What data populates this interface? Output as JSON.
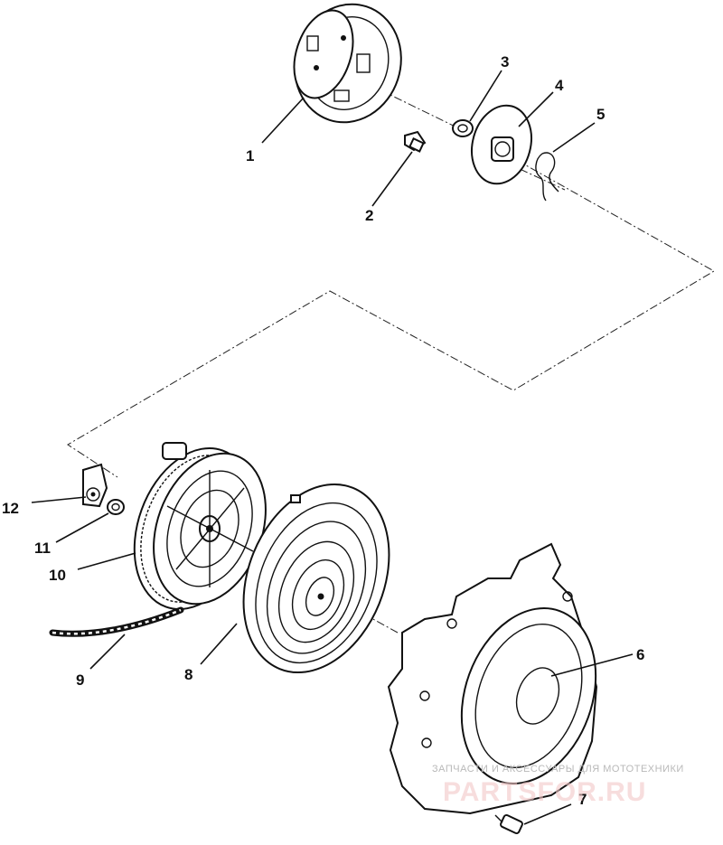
{
  "callouts": {
    "c1": "1",
    "c2": "2",
    "c3": "3",
    "c4": "4",
    "c5": "5",
    "c6": "6",
    "c7": "7",
    "c8": "8",
    "c9": "9",
    "c10": "10",
    "c11": "11",
    "c12": "12"
  },
  "watermark": {
    "tagline": "ЗАПЧАСТИ И АКСЕССУАРЫ ДЛЯ МОТОТЕХНИКИ",
    "logo": "PARTSFOR.RU",
    "logo_color": "#e8a3a3"
  }
}
